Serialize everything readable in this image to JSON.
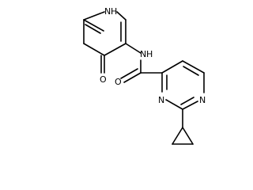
{
  "molecule": {
    "atoms": {
      "n_pyridone_h": "N",
      "h_pyridone": "H",
      "o_pyridone": "O",
      "n_amide": "N",
      "h_amide": "H",
      "o_amide": "O",
      "n_pyrimidine_top": "N",
      "n_pyrimidine_bottom": "N"
    }
  }
}
